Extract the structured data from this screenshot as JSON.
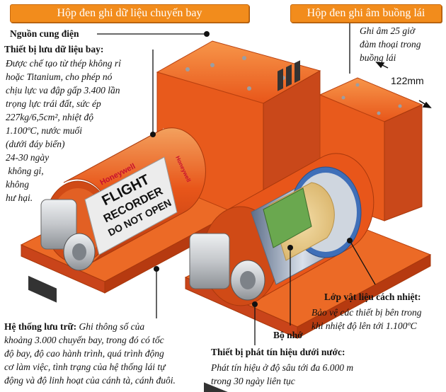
{
  "banners": {
    "fdr": "Hộp đen ghi dữ liệu chuyến bay",
    "cvr": "Hộp đen ghi âm buồng lái"
  },
  "labels": {
    "power": "Nguồn cung điện",
    "storage_device_title": "Thiết bị lưu dữ liệu bay:",
    "storage_device_text": [
      "Được chế tạo từ thép không rỉ",
      "hoặc Titanium, cho phép nó",
      "chịu lực va đập gấp 3.400 lần",
      "trọng lực trái đất, sức ép",
      "227kg/6,5cm², nhiệt độ",
      "1.100ºC, nước muối",
      "(dưới đáy biển)",
      "24-30 ngày",
      " không gỉ,",
      "không",
      "hư hại."
    ],
    "cvr_note": [
      "Ghi âm 25 giờ",
      "đàm thoại trong",
      "buồng lái"
    ],
    "dimension": "122mm",
    "insulation_title": "Lớp vật liệu cách nhiệt:",
    "insulation_text": [
      "Bảo vệ các thiết bị bên trong",
      "khi nhiệt độ lên tới 1.100ºC"
    ],
    "memory": "Bộ nhớ",
    "storage_system_title": "Hệ thống lưu trữ:",
    "storage_system_text": [
      " Ghi thông số của",
      "khoảng 3.000 chuyến bay, trong đó có tốc",
      "độ bay, độ cao hành trình, quá trình động",
      "cơ làm việc, tình trạng của hệ thống lái tự",
      "động và độ linh hoạt của cánh tà, cánh đuôi."
    ],
    "beacon_title": "Thiết bị phát tín hiệu dưới nước:",
    "beacon_text": [
      "Phát tín hiệu ở độ sâu tới đa 6.000 m",
      "trong 30 ngày liên tục"
    ]
  },
  "device_markings": {
    "brand": "Honeywell",
    "line1": "FLIGHT",
    "line2": "RECORDER",
    "line3": "DO NOT OPEN"
  },
  "colors": {
    "banner": "#f28c1c",
    "case_orange": "#e8561a",
    "case_dark": "#b83c10",
    "label_white": "#ececec",
    "cylinder_gray": "#bfc2c6",
    "insulation_blue": "#3f6fb8",
    "core_tan": "#e7c98a",
    "board_green": "#6aa84f"
  }
}
